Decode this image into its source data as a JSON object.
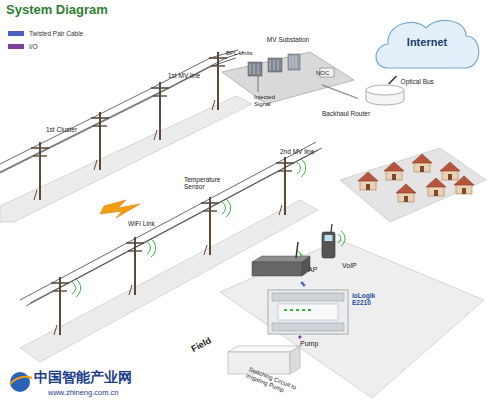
{
  "diagram": {
    "title": "System Diagram",
    "nodes": [
      {
        "text": [
          "Internet"
        ]
      },
      {
        "text": [
          "MV Substation"
        ]
      },
      {
        "text": [
          "Backhaul Router"
        ]
      },
      {
        "text": [
          "AP"
        ]
      },
      {
        "text": [
          "ioLogik E2210"
        ]
      },
      {
        "text": [
          "Pump"
        ]
      }
    ],
    "edges": [
      {
        "from": 1,
        "to": 2,
        "arrow": "none"
      },
      {
        "from": 2,
        "to": 0,
        "label": "Optical Bus",
        "arrow": "none"
      },
      {
        "from": 3,
        "to": 4,
        "arrow": "none"
      },
      {
        "from": 4,
        "to": 5,
        "arrow": "none"
      }
    ],
    "labels": [
      "BPL Units",
      "NOC",
      "Injected Signal",
      "1st MV line",
      "1st Cluster",
      "2nd MV line",
      "Temperature Sensor",
      "WiFi Link",
      "VoIP",
      "Field",
      "Switching Circuit to irrigating Pump",
      "中国智能产业网",
      "www.zhineng.com.cn"
    ],
    "legend": [
      {
        "text": "Twisted Pair Cable",
        "color": "#4a5fc1"
      },
      {
        "text": "I/O",
        "color": "#7b3f9e"
      }
    ]
  }
}
